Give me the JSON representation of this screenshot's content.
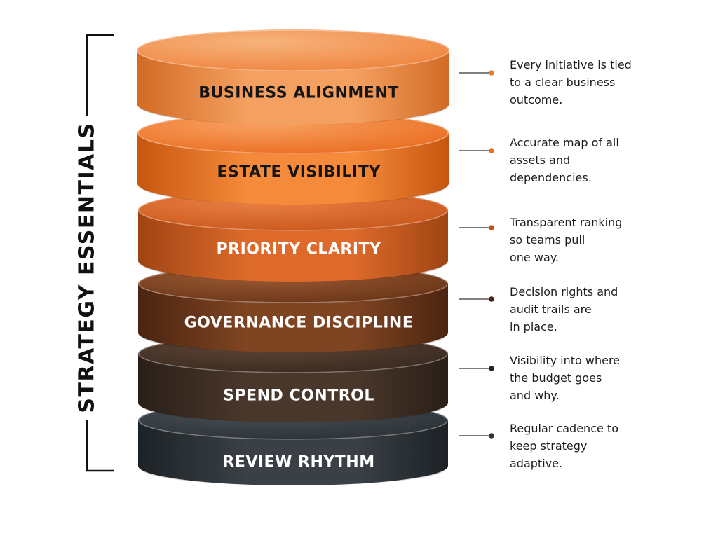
{
  "title": "STRATEGY ESSENTIALS",
  "layers": [
    {
      "label": "BUSINESS ALIGNMENT",
      "description": [
        "Every initiative is tied",
        "to a clear business",
        "outcome."
      ],
      "colors": {
        "top_light": "#f7b37c",
        "top_dark": "#ef8540",
        "side_light": "#f4a060",
        "side_dark": "#d26a24",
        "text": "#151515",
        "dot": "#f07c2a"
      }
    },
    {
      "label": "ESTATE VISIBILITY",
      "description": [
        "Accurate map of all",
        "assets and",
        "dependencies."
      ],
      "colors": {
        "top_light": "#f8a060",
        "top_dark": "#ea6e22",
        "side_light": "#f48a3a",
        "side_dark": "#c7560f",
        "text": "#151515",
        "dot": "#ec6f1e"
      }
    },
    {
      "label": "PRIORITY CLARITY",
      "description": [
        "Transparent ranking",
        "so teams pull",
        "one way."
      ],
      "colors": {
        "top_light": "#ea8045",
        "top_dark": "#c9581c",
        "side_light": "#dd6a2a",
        "side_dark": "#9f4413",
        "text": "#ffffff",
        "dot": "#bc5218"
      }
    },
    {
      "label": "GOVERNANCE DISCIPLINE",
      "description": [
        "Decision rights and",
        "audit trails are",
        "in place."
      ],
      "colors": {
        "top_light": "#9a5a35",
        "top_dark": "#6b3617",
        "side_light": "#7f4522",
        "side_dark": "#4b2410",
        "text": "#ffffff",
        "dot": "#4a2612"
      }
    },
    {
      "label": "SPEND CONTROL",
      "description": [
        "Visibility into where",
        "the budget goes",
        "and why."
      ],
      "colors": {
        "top_light": "#5e4536",
        "top_dark": "#3a2a20",
        "side_light": "#4a372b",
        "side_dark": "#2a1f18",
        "text": "#ffffff",
        "dot": "#2f241d"
      }
    },
    {
      "label": "REVIEW RHYTHM",
      "description": [
        "Regular cadence to",
        "keep strategy",
        "adaptive."
      ],
      "colors": {
        "top_light": "#4a5157",
        "top_dark": "#2c3236",
        "side_light": "#3a4045",
        "side_dark": "#1d2226",
        "text": "#ffffff",
        "dot": "#2d3336"
      }
    }
  ]
}
